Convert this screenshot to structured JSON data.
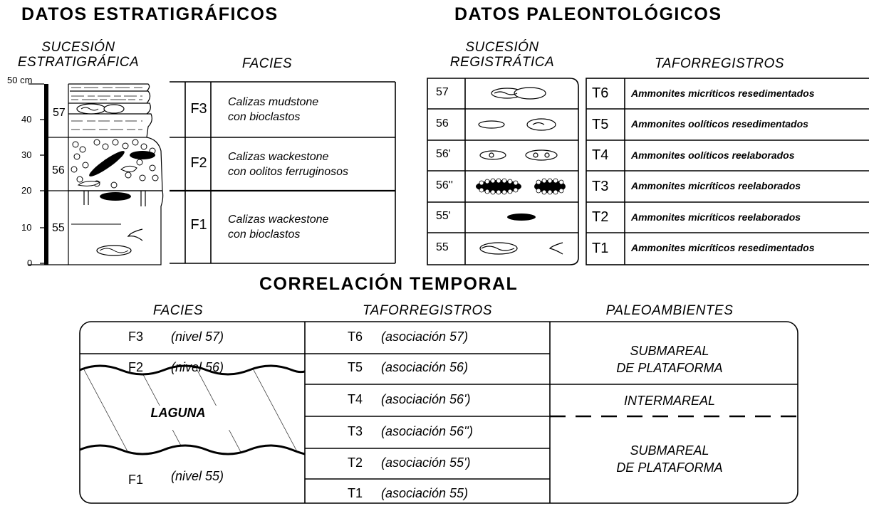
{
  "headings": {
    "strat": "DATOS ESTRATIGRÁFICOS",
    "paleo": "DATOS PALEONTOLÓGICOS",
    "corr": "CORRELACIÓN TEMPORAL"
  },
  "strat": {
    "col_label_1": "SUCESIÓN",
    "col_label_2": "ESTRATIGRÁFICA",
    "facies_header": "FACIES",
    "scale_ticks": [
      "50 cm",
      "40",
      "30",
      "20",
      "10",
      "0"
    ],
    "levels": [
      "57",
      "56",
      "55"
    ],
    "facies": [
      {
        "code": "F3",
        "line1": "Calizas mudstone",
        "line2": "con bioclastos"
      },
      {
        "code": "F2",
        "line1": "Calizas wackestone",
        "line2": "con oolitos ferruginosos"
      },
      {
        "code": "F1",
        "line1": "Calizas wackestone",
        "line2": "con bioclastos"
      }
    ]
  },
  "paleo": {
    "col_label_1": "SUCESIÓN",
    "col_label_2": "REGISTRÁTICA",
    "taf_header": "TAFORREGISTROS",
    "assoc": [
      "57",
      "56",
      "56'",
      "56''",
      "55'",
      "55"
    ],
    "taforregistros": [
      {
        "code": "T6",
        "desc": "Ammonites micríticos resedimentados"
      },
      {
        "code": "T5",
        "desc": "Ammonites oolíticos resedimentados"
      },
      {
        "code": "T4",
        "desc": "Ammonites oolíticos reelaborados"
      },
      {
        "code": "T3",
        "desc": "Ammonites micríticos reelaborados"
      },
      {
        "code": "T2",
        "desc": "Ammonites micríticos reelaborados"
      },
      {
        "code": "T1",
        "desc": "Ammonites micríticos resedimentados"
      }
    ]
  },
  "corr": {
    "col_facies": "FACIES",
    "col_taf": "TAFORREGISTROS",
    "col_paleo": "PALEOAMBIENTES",
    "facies": [
      {
        "code": "F3",
        "nivel": "(nivel 57)"
      },
      {
        "code": "F2",
        "nivel": "(nivel 56)"
      },
      {
        "code": "F1",
        "nivel": "(nivel 55)"
      }
    ],
    "laguna": "LAGUNA",
    "taf": [
      {
        "code": "T6",
        "assoc": "(asociación 57)"
      },
      {
        "code": "T5",
        "assoc": "(asociación 56)"
      },
      {
        "code": "T4",
        "assoc": "(asociación 56')"
      },
      {
        "code": "T3",
        "assoc": "(asociación 56'')"
      },
      {
        "code": "T2",
        "assoc": "(asociación 55')"
      },
      {
        "code": "T1",
        "assoc": "(asociación 55)"
      }
    ],
    "env": {
      "upper_1": "SUBMAREAL",
      "upper_2": "DE PLATAFORMA",
      "middle": "INTERMAREAL",
      "lower_1": "SUBMAREAL",
      "lower_2": "DE PLATAFORMA"
    }
  }
}
